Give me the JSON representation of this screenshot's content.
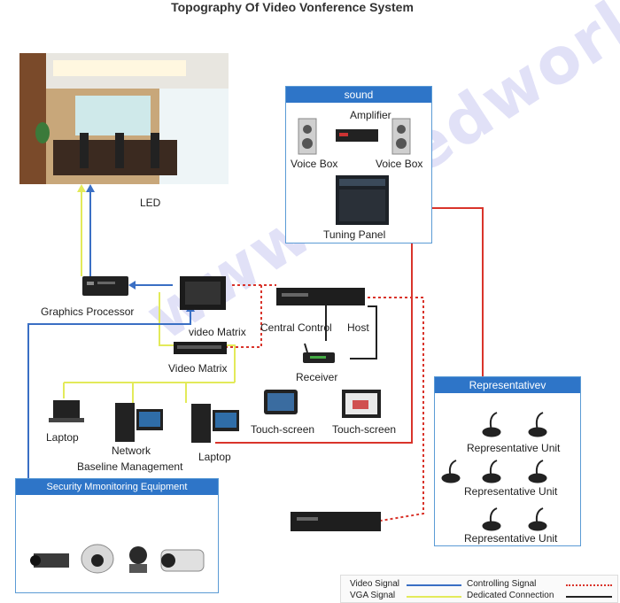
{
  "title": "Topography Of Video Vonference System",
  "watermark": "www.szledworld.com",
  "led": {
    "label": "LED"
  },
  "sound": {
    "header": "sound",
    "amplifier": "Amplifier",
    "voice_box_left": "Voice Box",
    "voice_box_right": "Voice Box",
    "tuning_panel": "Tuning Panel"
  },
  "devices": {
    "graphics_processor": "Graphics Processor",
    "video_matrix_top": "video Matrix",
    "video_matrix_bottom": "Video Matrix",
    "central_control": "Central Control",
    "host": "Host",
    "receiver": "Receiver",
    "laptop_left": "Laptop",
    "network_line1": "Network",
    "network_line2": "Baseline  Management",
    "laptop_right": "Laptop",
    "touch_screen_1": "Touch-screen",
    "touch_screen_2": "Touch-screen"
  },
  "representative": {
    "header": "Representativev",
    "unit_1": "Representative Unit",
    "unit_2": "Representative Unit",
    "unit_3": "Representative Unit"
  },
  "security": {
    "header": "Security Mmonitoring Equipment"
  },
  "legend": {
    "video_signal": "Video Signal",
    "vga_signal": "VGA Signal",
    "controlling_signal": "Controlling Signal",
    "dedicated_connection": "Dedicated Connection"
  },
  "colors": {
    "video": "#3a6fc4",
    "vga": "#e3ea5a",
    "control": "#d9342b",
    "dedicated": "#222222",
    "header_blue": "#2e75c8"
  }
}
